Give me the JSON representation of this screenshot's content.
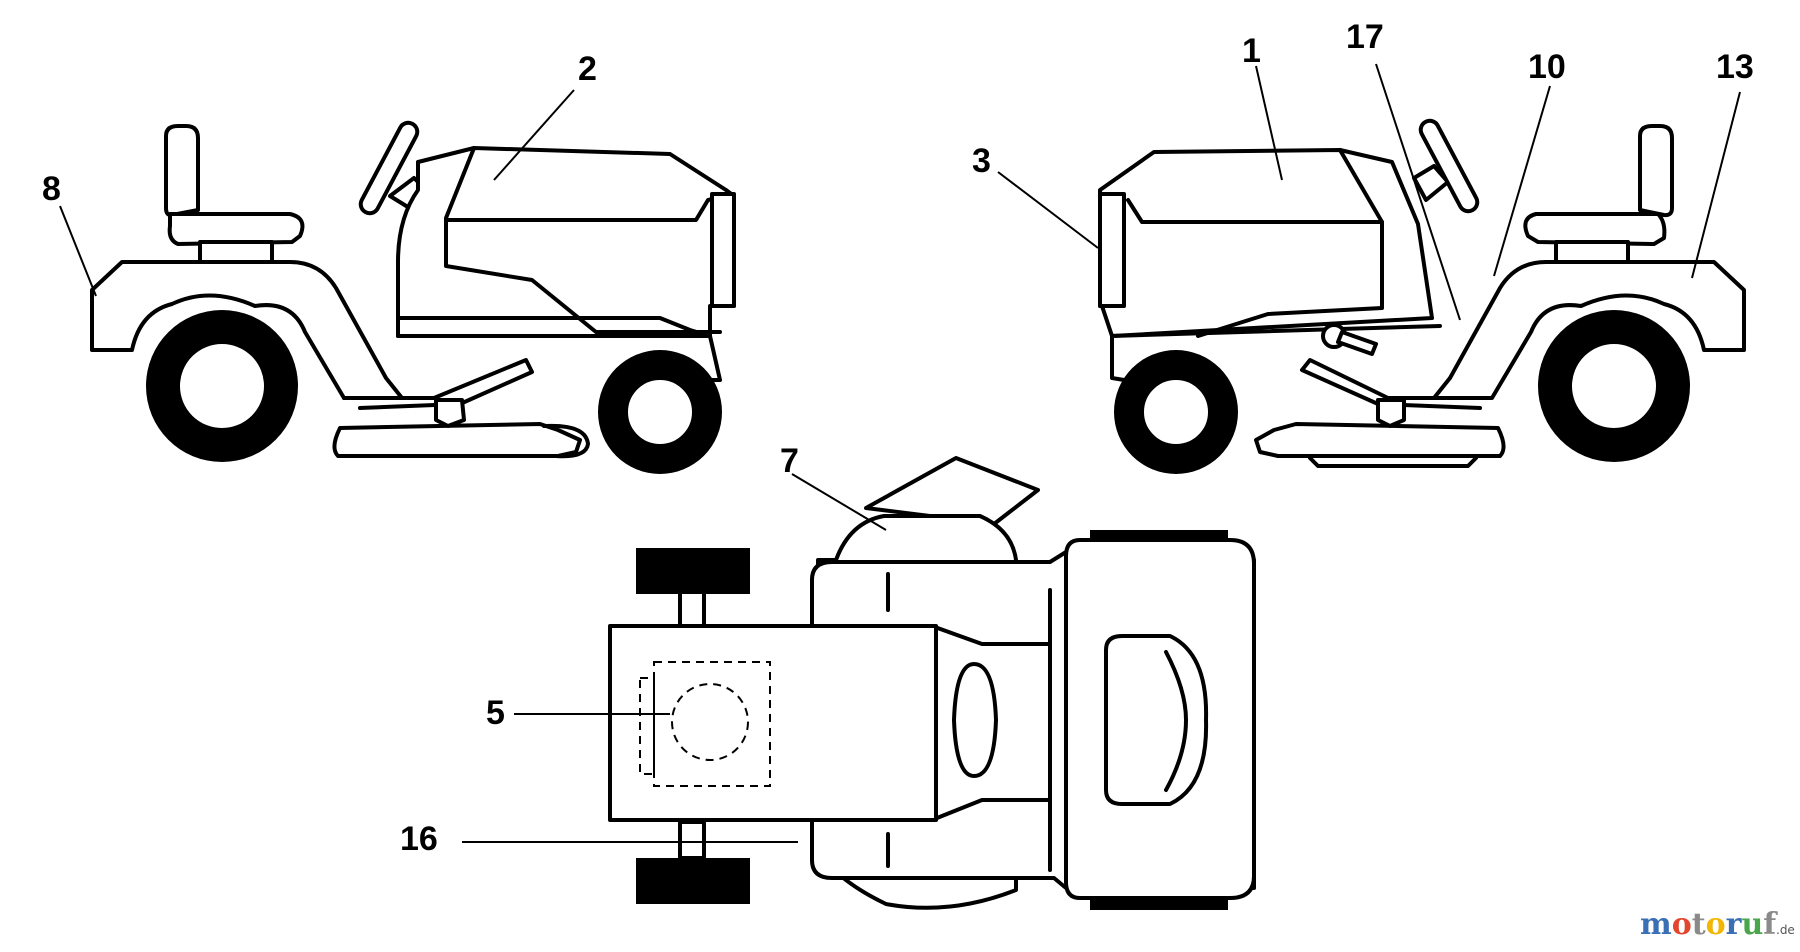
{
  "callouts": {
    "c1": "1",
    "c2": "2",
    "c3": "3",
    "c5": "5",
    "c7": "7",
    "c8": "8",
    "c10": "10",
    "c13": "13",
    "c16": "16",
    "c17": "17"
  },
  "watermark": {
    "letters": [
      "m",
      "o",
      "t",
      "o",
      "r",
      "u",
      "f"
    ],
    "letter_colors": [
      "#3a6fb5",
      "#e2462e",
      "#8a8a8a",
      "#f2b705",
      "#3a6fb5",
      "#4aa64a",
      "#8a8a8a"
    ],
    "suffix": ".de"
  },
  "colors": {
    "line": "#000000",
    "background": "#ffffff"
  }
}
